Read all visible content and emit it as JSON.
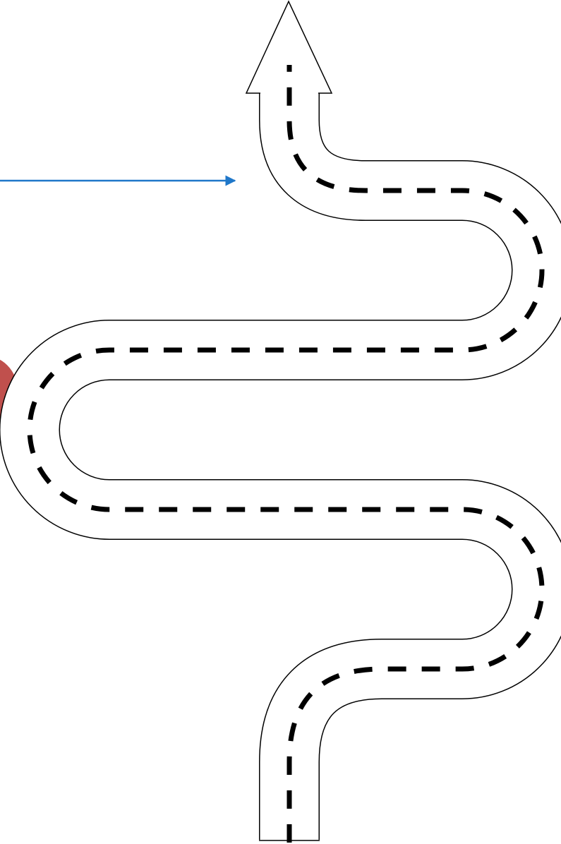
{
  "diagram": {
    "type": "winding-road-roadmap",
    "road_direction": "bottom-to-top",
    "road_fill": "#ffffff",
    "road_outline": "#000000",
    "center_line": {
      "style": "dashed",
      "color": "#000000"
    },
    "pointer_arrow": {
      "color": "#1f77c9",
      "points_to": "road-segment"
    },
    "markers": [
      {
        "side": "right",
        "color": "#4f7fb8"
      },
      {
        "side": "left",
        "color": "#c0504d"
      }
    ]
  }
}
